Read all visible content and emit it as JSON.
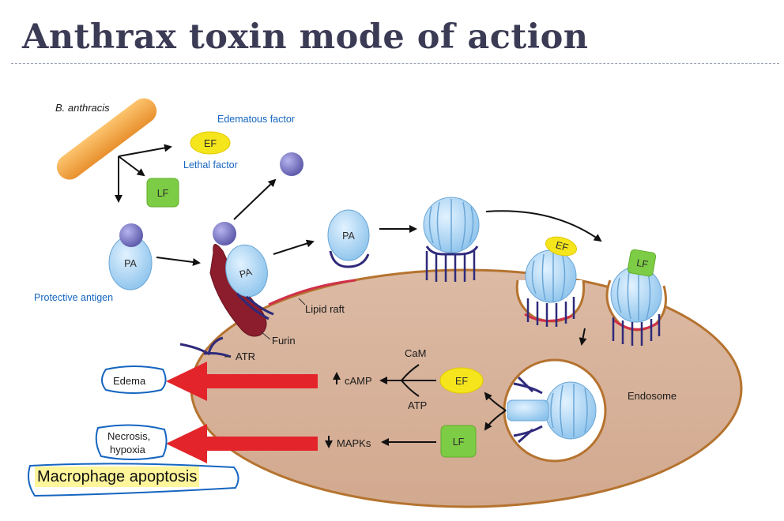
{
  "title": "Anthrax toxin mode of action",
  "labels": {
    "b_anthracis": "B. anthracis",
    "edematous_factor": "Edematous factor",
    "lethal_factor": "Lethal factor",
    "protective_antigen": "Protective antigen",
    "ef": "EF",
    "lf": "LF",
    "pa": "PA",
    "lipid_raft": "Lipid raft",
    "furin": "Furin",
    "atr": "ATR",
    "cam": "CaM",
    "camp": "cAMP",
    "atp": "ATP",
    "mapks": "MAPKs",
    "endosome": "Endosome",
    "edema": "Edema",
    "necrosis": "Necrosis,",
    "hypoxia": "hypoxia",
    "macrophage_apoptosis": "Macrophage apoptosis"
  },
  "colors": {
    "title": "#3b3b55",
    "cell": "#d6b09a",
    "membrane": "#b5732f",
    "ef_yellow": "#f5e51d",
    "lf_green": "#7dcc45",
    "pa_blue": "#a9d2f2",
    "sphere": "#7270c0",
    "bacterium": "#f5a94a",
    "furin": "#8c1d2c",
    "arrow_red": "#e3242b",
    "receptor": "#2f2a7a",
    "callout_blue": "#1565c0",
    "highlight": "#fff59a"
  }
}
